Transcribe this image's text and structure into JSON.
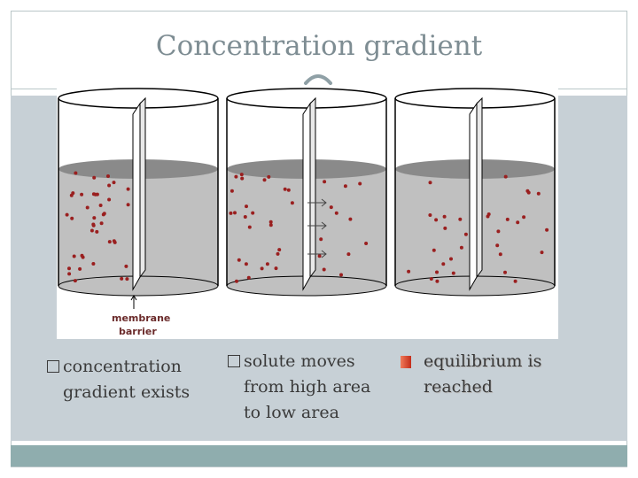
{
  "slide": {
    "title": "Concentration gradient",
    "figure_label_line1": "membrane",
    "figure_label_line2": "barrier",
    "captions": [
      {
        "line1": "concentration",
        "line2": "gradient exists",
        "bullet": "square-outline-bullet"
      },
      {
        "line1": "solute moves",
        "line2": "from high area",
        "line3": "to low area",
        "bullet": "square-outline-bullet"
      },
      {
        "line1": "equilibrium is",
        "line2": "reached",
        "bullet": "red-square-bullet"
      }
    ]
  },
  "colors": {
    "title": "#7e8d93",
    "band": "#c7d0d6",
    "bottom_bar": "#8fadae",
    "water": "#c0c0c0",
    "water_surface": "#8a8a8a",
    "particle": "#9a1f1f"
  },
  "icons": [
    "arc-decoration-icon",
    "arrow-right-icon"
  ]
}
